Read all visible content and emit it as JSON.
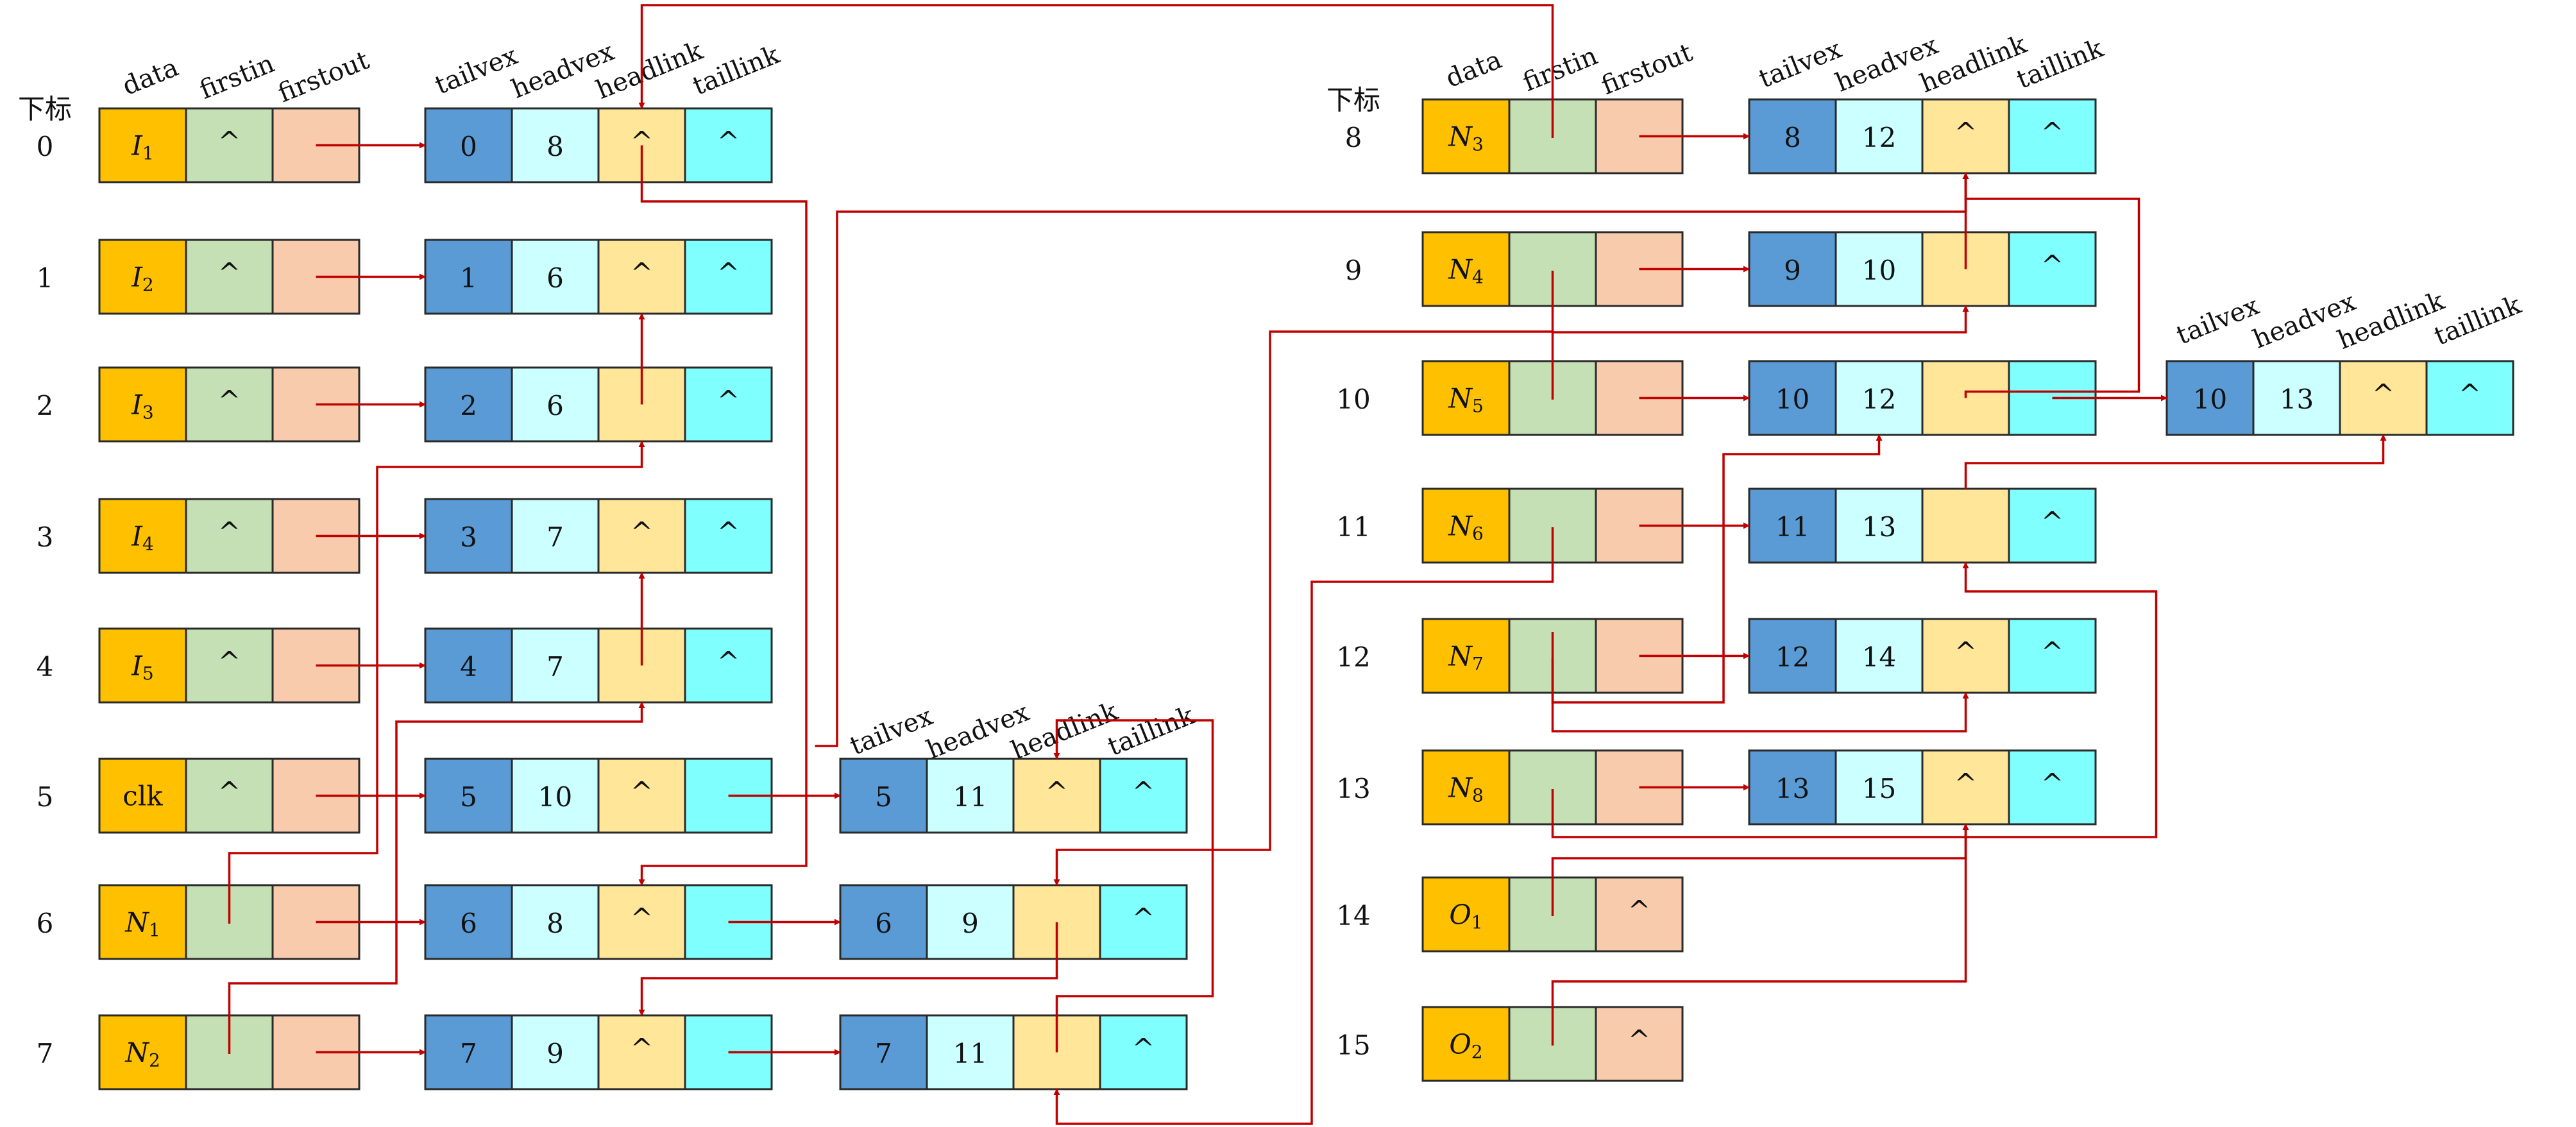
{
  "colors": {
    "data": "#FFC000",
    "firstin": "#C5E0B4",
    "firstout": "#F8CBAD",
    "tailvex": "#5B9BD5",
    "headvex": "#CCFFFF",
    "headlink": "#FFE699",
    "taillink": "#80FFFF",
    "stroke": "#2a2a2a",
    "arrow": "#C00000"
  },
  "headers": {
    "index": "下标",
    "vertex": [
      "data",
      "firstin",
      "firstout"
    ],
    "arc": [
      "tailvex",
      "headvex",
      "headlink",
      "taillink"
    ]
  },
  "null_symbol": "^",
  "vertices": [
    {
      "index": "0",
      "base": "I",
      "sub": "1"
    },
    {
      "index": "1",
      "base": "I",
      "sub": "2"
    },
    {
      "index": "2",
      "base": "I",
      "sub": "3"
    },
    {
      "index": "3",
      "base": "I",
      "sub": "4"
    },
    {
      "index": "4",
      "base": "I",
      "sub": "5"
    },
    {
      "index": "5",
      "base": "clk",
      "sub": ""
    },
    {
      "index": "6",
      "base": "N",
      "sub": "1"
    },
    {
      "index": "7",
      "base": "N",
      "sub": "2"
    },
    {
      "index": "8",
      "base": "N",
      "sub": "3"
    },
    {
      "index": "9",
      "base": "N",
      "sub": "4"
    },
    {
      "index": "10",
      "base": "N",
      "sub": "5"
    },
    {
      "index": "11",
      "base": "N",
      "sub": "6"
    },
    {
      "index": "12",
      "base": "N",
      "sub": "7"
    },
    {
      "index": "13",
      "base": "N",
      "sub": "8"
    },
    {
      "index": "14",
      "base": "O",
      "sub": "1"
    },
    {
      "index": "15",
      "base": "O",
      "sub": "2"
    }
  ],
  "arcs": [
    {
      "tail": "0",
      "head": "8",
      "headlink_null": true,
      "taillink_null": true
    },
    {
      "tail": "1",
      "head": "6",
      "headlink_null": true,
      "taillink_null": true
    },
    {
      "tail": "2",
      "head": "6",
      "headlink_null": false,
      "taillink_null": true
    },
    {
      "tail": "3",
      "head": "7",
      "headlink_null": true,
      "taillink_null": true
    },
    {
      "tail": "4",
      "head": "7",
      "headlink_null": false,
      "taillink_null": true
    },
    {
      "tail": "5",
      "head": "10",
      "headlink_null": true,
      "taillink_null": false
    },
    {
      "tail": "5",
      "head": "11",
      "headlink_null": true,
      "taillink_null": true
    },
    {
      "tail": "6",
      "head": "8",
      "headlink_null": true,
      "taillink_null": false
    },
    {
      "tail": "6",
      "head": "9",
      "headlink_null": false,
      "taillink_null": true
    },
    {
      "tail": "7",
      "head": "9",
      "headlink_null": true,
      "taillink_null": false
    },
    {
      "tail": "7",
      "head": "11",
      "headlink_null": false,
      "taillink_null": true
    },
    {
      "tail": "8",
      "head": "12",
      "headlink_null": true,
      "taillink_null": true
    },
    {
      "tail": "9",
      "head": "10",
      "headlink_null": false,
      "taillink_null": true
    },
    {
      "tail": "10",
      "head": "12",
      "headlink_null": false,
      "taillink_null": false
    },
    {
      "tail": "10",
      "head": "13",
      "headlink_null": true,
      "taillink_null": true
    },
    {
      "tail": "11",
      "head": "13",
      "headlink_null": false,
      "taillink_null": true
    },
    {
      "tail": "12",
      "head": "14",
      "headlink_null": true,
      "taillink_null": true
    },
    {
      "tail": "13",
      "head": "15",
      "headlink_null": true,
      "taillink_null": true
    }
  ],
  "vertex_null_firstin": [
    "0",
    "1",
    "2",
    "3",
    "4",
    "5"
  ],
  "vertex_null_firstout": [
    "14",
    "15"
  ]
}
